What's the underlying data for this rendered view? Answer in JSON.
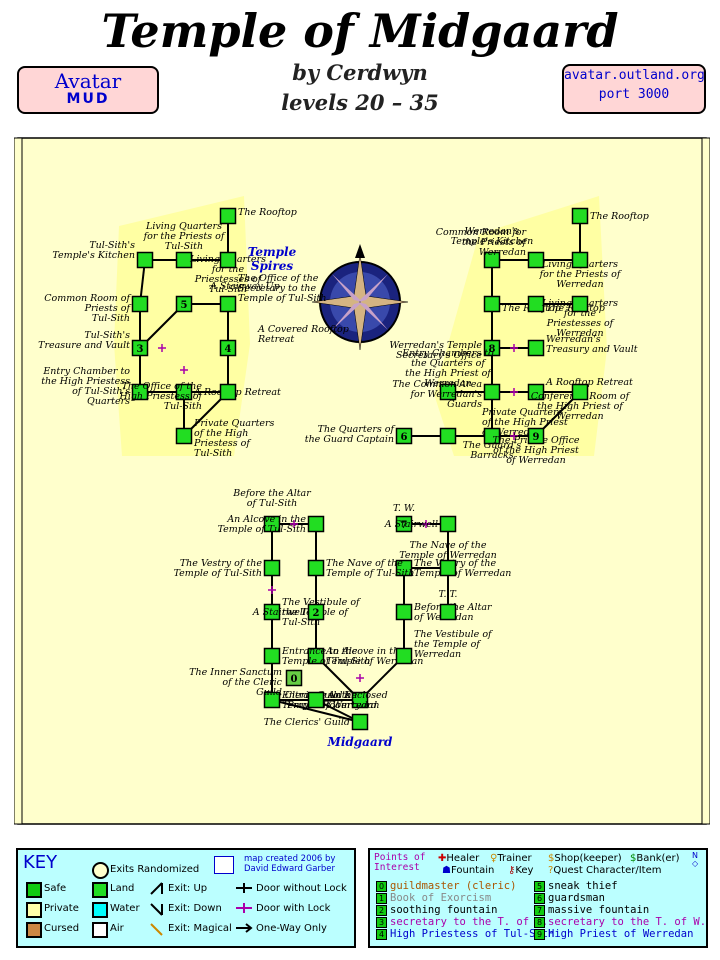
{
  "header": {
    "title": "Temple of Midgaard",
    "subtitle_author": "by Cerdwyn",
    "subtitle_levels": "levels 20 – 35",
    "left_ribbon_line1": "Avatar",
    "left_ribbon_line2": "MUD",
    "right_ribbon_line1": "avatar.outland.org",
    "right_ribbon_line2": "port 3000"
  },
  "map": {
    "spires_label_1": "Temple",
    "spires_label_2": "Spires",
    "midgaard_label": "Midgaard",
    "rooms": [
      {
        "id": "tt1",
        "label": "Tul-Sith's Temple's Kitchen"
      },
      {
        "id": "tt2",
        "label": "Living Quarters for the Priests of Tul-Sith"
      },
      {
        "id": "tt3",
        "label": "The Rooftop"
      },
      {
        "id": "tt4",
        "label": "Living Quarters for the Priestesses of Tul-Sith"
      },
      {
        "id": "tt5",
        "label": "Common Room of Priests of Tul-Sith"
      },
      {
        "id": "tt6",
        "label": "A Stairway Up"
      },
      {
        "id": "tt7",
        "label": "The Office of the Secretary to the Temple of Tul-Sith"
      },
      {
        "id": "tt8",
        "label": "Tul-Sith's Treasure and Vault"
      },
      {
        "id": "tt9",
        "label": "A Covered Rooftop Retreat"
      },
      {
        "id": "tt10",
        "label": "Entry Chamber to the High Priestess of Tul-Sith's Quarters"
      },
      {
        "id": "tt11",
        "label": "A Rooftop Retreat"
      },
      {
        "id": "tt12",
        "label": "The Office of the High Priestess of Tul-Sith"
      },
      {
        "id": "tt13",
        "label": "Private Quarters of the High Priestess of Tul-Sith"
      },
      {
        "id": "w1",
        "label": "Werredan's Temple's Kitchen"
      },
      {
        "id": "w2",
        "label": "The Rooftop"
      },
      {
        "id": "w3",
        "label": "Common Room for the Priests of Werredan"
      },
      {
        "id": "w4",
        "label": "Living Quarters for the Priests of Werredan"
      },
      {
        "id": "w5",
        "label": "The Rooftop"
      },
      {
        "id": "w6",
        "label": "The Rooftop"
      },
      {
        "id": "w7",
        "label": "Living Quarters for the Priestesses of Werredan"
      },
      {
        "id": "w8",
        "label": "Werredan's Temple Secretary's Office"
      },
      {
        "id": "w9",
        "label": "Werredan's Treasury and Vault"
      },
      {
        "id": "w10",
        "label": "Entry Chambers to the Quarters of the High Priest of Werredan"
      },
      {
        "id": "w11",
        "label": "The Common Area for Werredan's Guards"
      },
      {
        "id": "w12",
        "label": "A Rooftop Retreat"
      },
      {
        "id": "w13",
        "label": "Conference Room of the High Priest of Werredan"
      },
      {
        "id": "w14",
        "label": "The Quarters of the Guard Captain"
      },
      {
        "id": "w15",
        "label": "Private Quarters of the High Priest of Werredan"
      },
      {
        "id": "w16",
        "label": "The Guard's Barracks"
      },
      {
        "id": "w17",
        "label": "The Private Office of the High Priest of Werredan"
      },
      {
        "id": "g1",
        "label": "Before the Altar of Tul-Sith"
      },
      {
        "id": "g2",
        "label": "An Alcove in the Temple of Tul-Sith"
      },
      {
        "id": "g3",
        "label": "T. W."
      },
      {
        "id": "g4",
        "label": "A Stairwell"
      },
      {
        "id": "g5",
        "label": "The Vestry of the Temple of Werredan"
      },
      {
        "id": "g6",
        "label": "The Nave of the Temple of Werredan"
      },
      {
        "id": "g7",
        "label": "The Vestry of the Temple of Tul-Sith"
      },
      {
        "id": "g8",
        "label": "The Nave of the Temple of Tul-Sith"
      },
      {
        "id": "g9",
        "label": "Before the Altar of Werredan"
      },
      {
        "id": "g10",
        "label": "T. T."
      },
      {
        "id": "g11",
        "label": "The Vestibule of the Temple of Tul-Sith"
      },
      {
        "id": "g12",
        "label": "A Stairwell"
      },
      {
        "id": "g13",
        "label": "An Alcove in the Temple of Werredan"
      },
      {
        "id": "g14",
        "label": "The Vestibule of the Temple of Werredan"
      },
      {
        "id": "g15",
        "label": "Entrance to the Temple of Tul-Sith"
      },
      {
        "id": "g16",
        "label": "The Cleric Guild's Prayer Room"
      },
      {
        "id": "g17",
        "label": "Entrance to the Temple of Werredan"
      },
      {
        "id": "g18",
        "label": "An Enclosed Courtyard"
      },
      {
        "id": "g19",
        "label": "The Inner Sanctum of the Cleric Guild"
      },
      {
        "id": "g20",
        "label": "The Clerics' Guild"
      },
      {
        "id": "g21",
        "label": "An Open Courtyard"
      },
      {
        "id": "g22",
        "label": "Entrance to the Clerics' Guild"
      }
    ],
    "room_numbers": [
      "3",
      "4",
      "5",
      "8",
      "6",
      "9",
      "7",
      "2",
      "0"
    ]
  },
  "key": {
    "title": "KEY",
    "exits_randomized": "Exits Randomized",
    "credit_line1": "map created 2006 by",
    "credit_line2": "David Edward Garber",
    "safe": "Safe",
    "private": "Private",
    "cursed": "Cursed",
    "land": "Land",
    "water": "Water",
    "air": "Air",
    "exit_up": "Exit: Up",
    "exit_down": "Exit: Down",
    "exit_magical": "Exit: Magical",
    "door_without_lock": "Door without Lock",
    "door_with_lock": "Door with Lock",
    "one_way": "One-Way Only",
    "colors": {
      "safe": "#1c1",
      "private": "#ffffaa",
      "cursed": "#cc8844",
      "land": "#22dd22",
      "water": "#00ffff",
      "air": "#ffffff"
    }
  },
  "poi": {
    "title_line1": "Points of",
    "title_line2": "Interest",
    "healer": "Healer",
    "trainer": "Trainer",
    "shop": "Shop(keeper)",
    "bank": "Bank(er)",
    "fountain": "Fountain",
    "key": "Key",
    "quest": "Quest Character/Item",
    "items": [
      {
        "n": "0",
        "text": "guildmaster (cleric)",
        "color": "#aa5500"
      },
      {
        "n": "1",
        "text": "Book of Exorcism",
        "color": "#888888"
      },
      {
        "n": "2",
        "text": "soothing fountain",
        "color": "#000000"
      },
      {
        "n": "3",
        "text": "secretary to the T. of T.",
        "color": "#aa00aa"
      },
      {
        "n": "4",
        "text": "High Priestess of Tul-Sith",
        "color": "#0000cc"
      },
      {
        "n": "5",
        "text": "sneak thief",
        "color": "#000000"
      },
      {
        "n": "6",
        "text": "guardsman",
        "color": "#000000"
      },
      {
        "n": "7",
        "text": "massive fountain",
        "color": "#000000"
      },
      {
        "n": "8",
        "text": "secretary to the T. of W.",
        "color": "#aa00aa"
      },
      {
        "n": "9",
        "text": "High Priest of Werredan",
        "color": "#0000cc"
      }
    ]
  }
}
